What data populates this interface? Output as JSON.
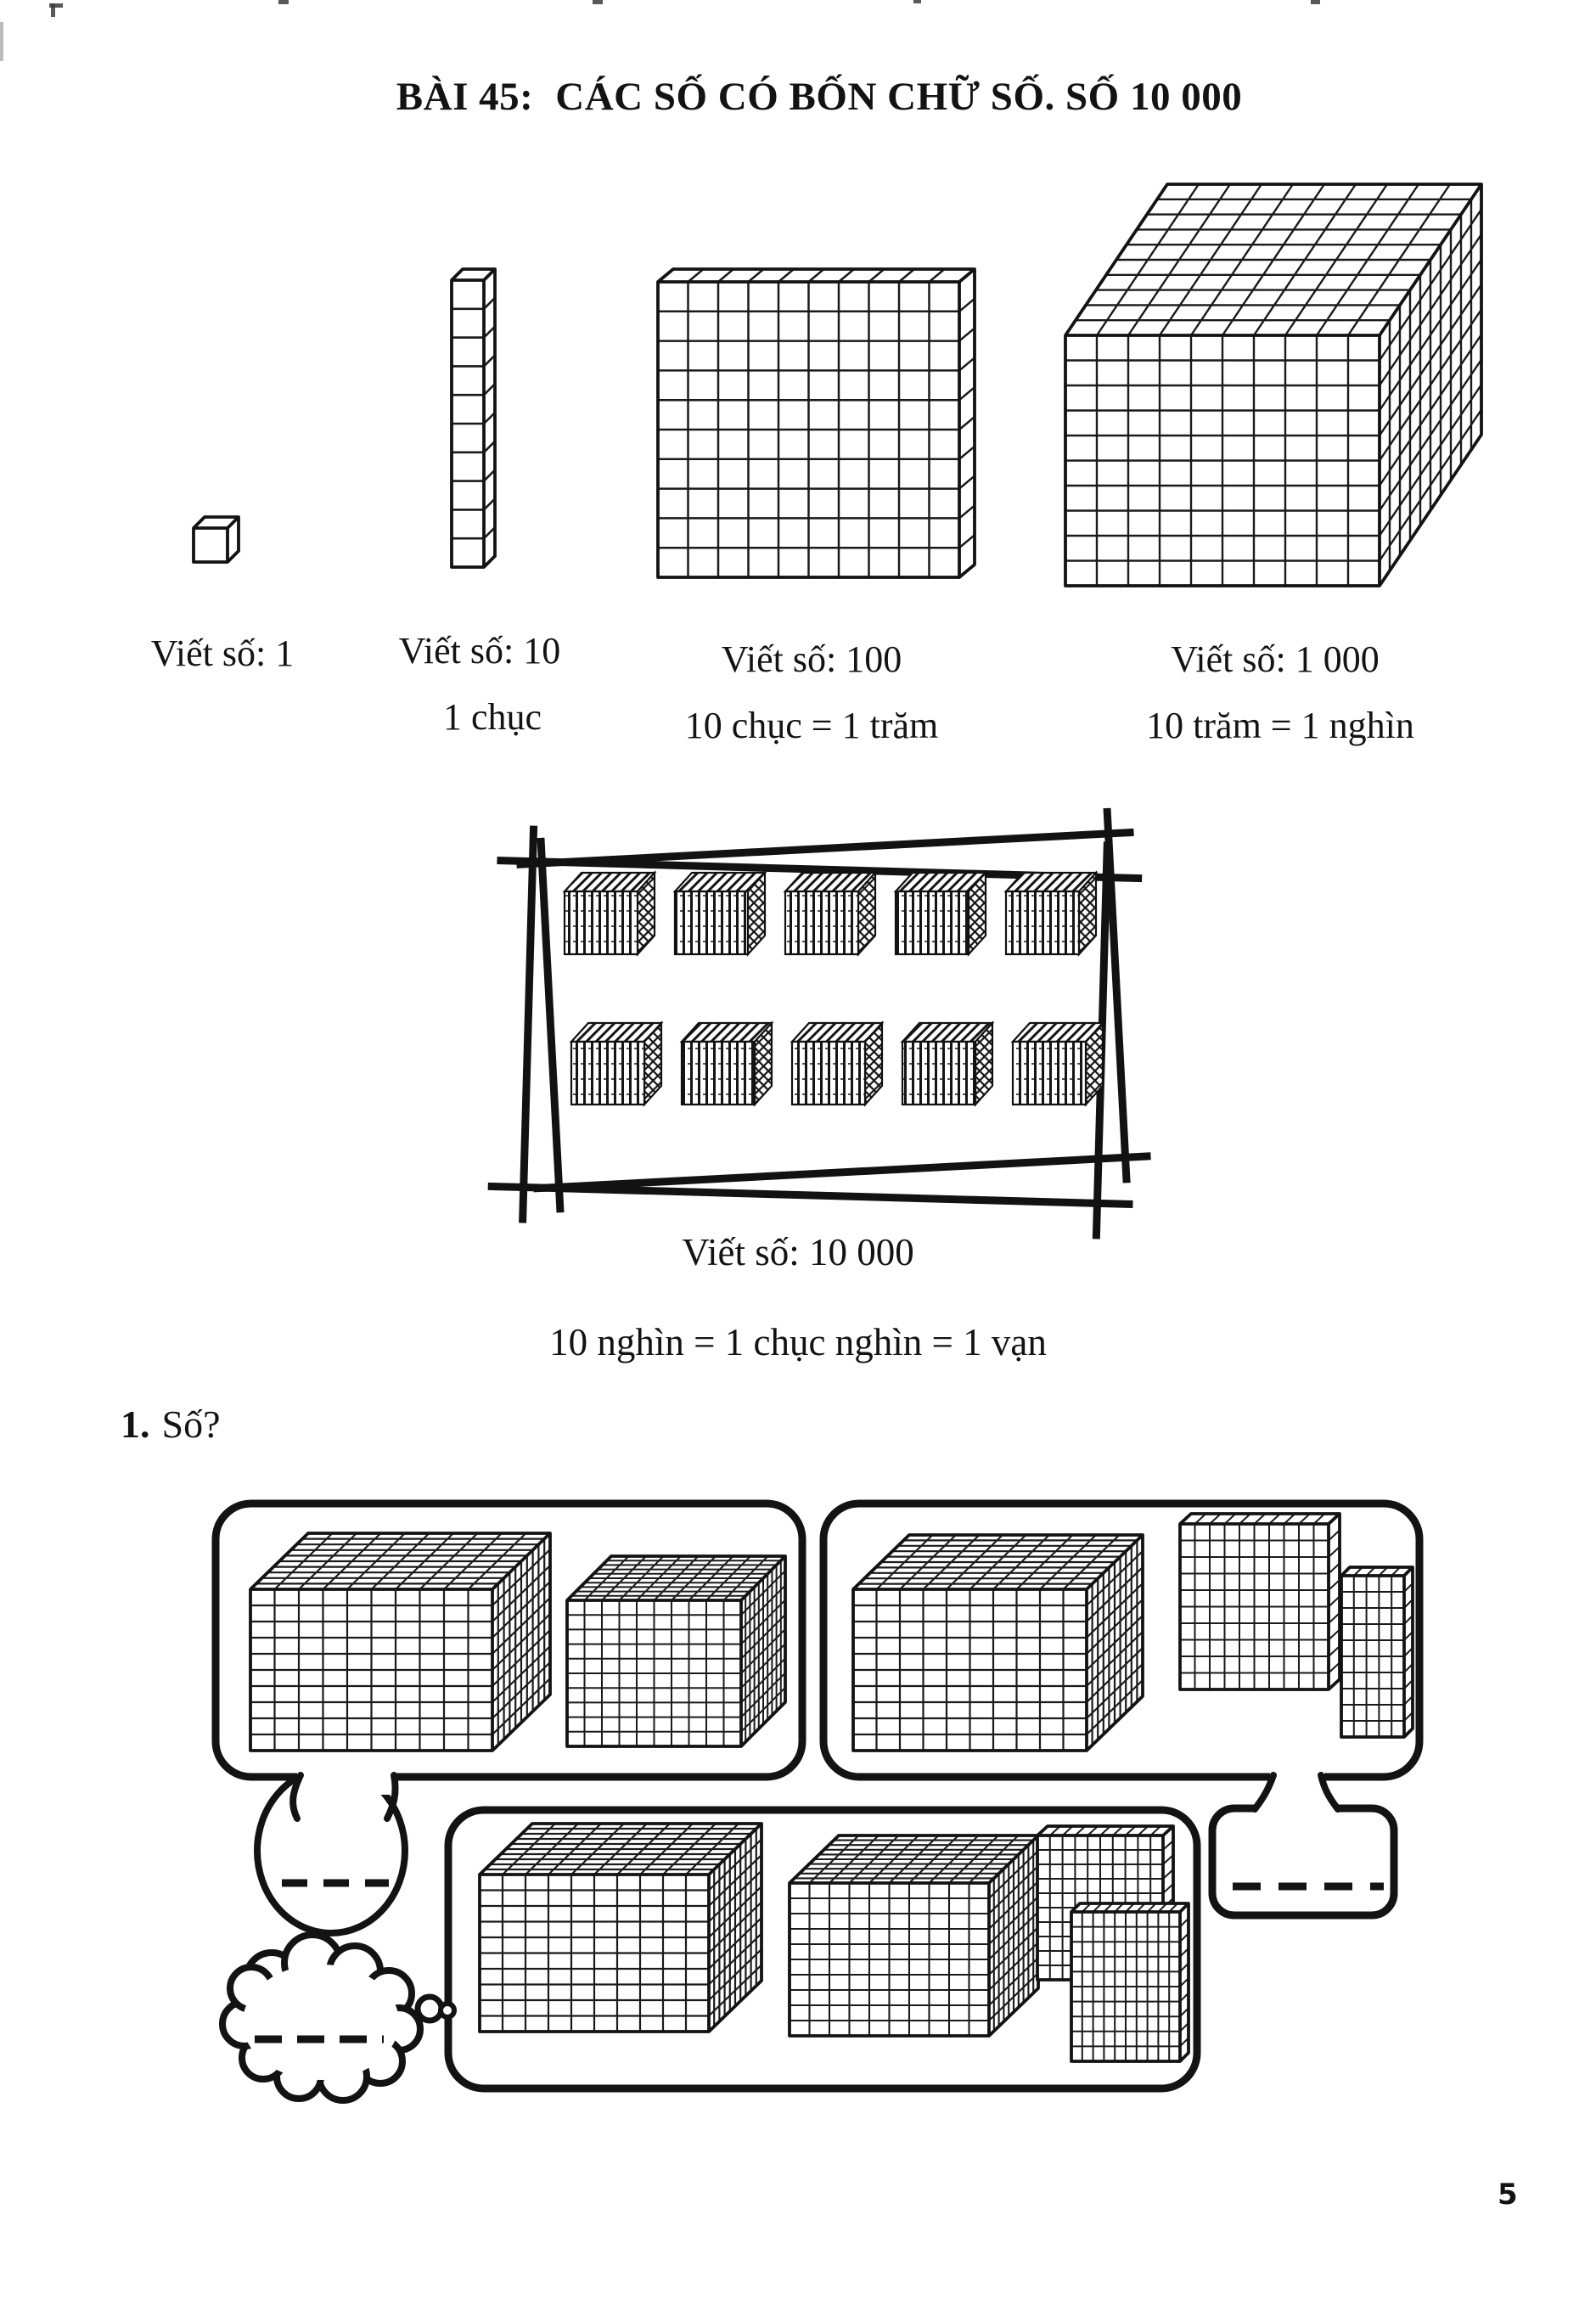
{
  "title": {
    "prefix": "BÀI 45:",
    "main": "CÁC SỐ CÓ BỐN CHỮ SỐ. SỐ 10 000"
  },
  "place_values": {
    "unit": {
      "label": "Viết số: 1"
    },
    "ten": {
      "label": "Viết số: 10",
      "sub": "1 chục"
    },
    "hundred": {
      "label": "Viết số: 100",
      "sub": "10 chục = 1 trăm"
    },
    "thousand": {
      "label": "Viết số: 1 000",
      "sub": "10 trăm = 1 nghìn"
    }
  },
  "ten_thousand": {
    "label": "Viết số: 10 000",
    "sub": "10 nghìn = 1 chục nghìn = 1 vạn"
  },
  "exercise1": {
    "number": "1.",
    "prompt": "Số?"
  },
  "page_number": "5"
}
